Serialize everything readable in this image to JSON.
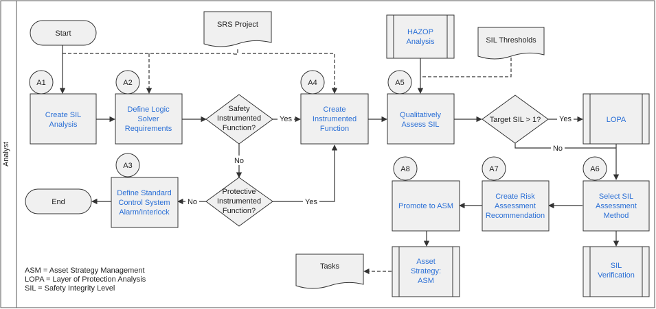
{
  "lane": {
    "label": "Analyst"
  },
  "nodes": {
    "start": "Start",
    "end": "End",
    "srs_project": "SRS Project",
    "sil_thresholds": "SIL Thresholds",
    "tasks": "Tasks",
    "hazop": [
      "HAZOP",
      "Analysis"
    ],
    "create_sil": [
      "Create SIL",
      "Analysis"
    ],
    "define_logic": [
      "Define Logic",
      "Solver",
      "Requirements"
    ],
    "safety_if": [
      "Safety",
      "Instrumented",
      "Function?"
    ],
    "create_if": [
      "Create",
      "Instrumented",
      "Function"
    ],
    "qual_assess": [
      "Qualitatively",
      "Assess SIL"
    ],
    "target_sil": "Target SIL > 1?",
    "lopa": "LOPA",
    "define_std": [
      "Define Standard",
      "Control System",
      "Alarm/Interlock"
    ],
    "protective_if": [
      "Protective",
      "Instrumented",
      "Function?"
    ],
    "promote_asm": "Promote to ASM",
    "create_risk": [
      "Create Risk",
      "Assessment",
      "Recommendation"
    ],
    "select_sil": [
      "Select SIL",
      "Assessment",
      "Method"
    ],
    "asset_strategy": [
      "Asset",
      "Strategy:",
      "ASM"
    ],
    "sil_verification": [
      "SIL",
      "Verification"
    ]
  },
  "steps": {
    "a1": "A1",
    "a2": "A2",
    "a3": "A3",
    "a4": "A4",
    "a5": "A5",
    "a6": "A6",
    "a7": "A7",
    "a8": "A8"
  },
  "edge_labels": {
    "yes_1": "Yes",
    "no_1": "No",
    "yes_2": "Yes",
    "no_2": "No",
    "yes_3": "Yes",
    "no_3": "No"
  },
  "legend": [
    "ASM = Asset Strategy Management",
    "LOPA = Layer of Protection Analysis",
    "SIL = Safety Integrity Level"
  ],
  "colors": {
    "link": "#2a6fd6",
    "box_fill": "#f0f0f0",
    "stroke": "#333333"
  }
}
